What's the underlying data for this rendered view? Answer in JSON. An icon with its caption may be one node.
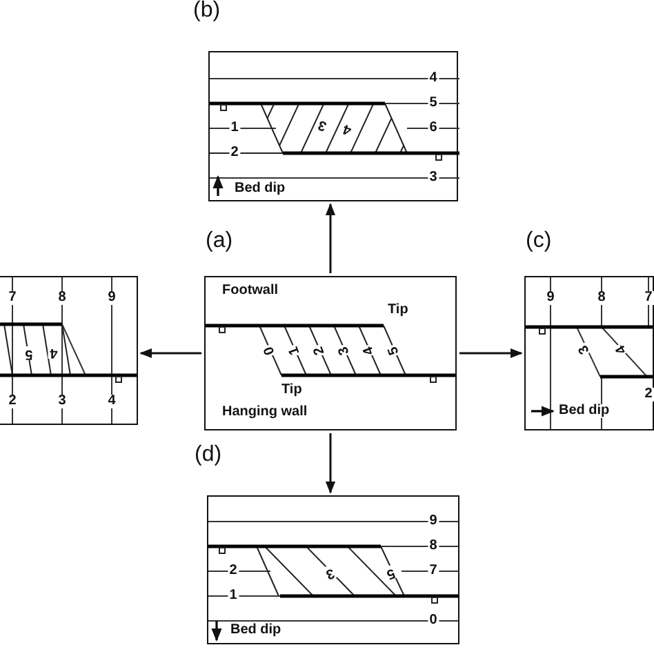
{
  "diagram": {
    "nodes": [
      {
        "text": [
          "(b)",
          "4",
          "5",
          "1",
          "6",
          "2",
          "3",
          "3",
          "4",
          "Bed dip"
        ]
      },
      {
        "text": [
          "7",
          "8",
          "9",
          "5",
          "4",
          "2",
          "3",
          "4"
        ]
      },
      {
        "text": [
          "(a)",
          "Footwall",
          "Tip",
          "0",
          "1",
          "2",
          "3",
          "4",
          "5",
          "Tip",
          "Hanging wall"
        ]
      },
      {
        "text": [
          "(c)",
          "9",
          "8",
          "7",
          "3",
          "4",
          "2",
          "Bed dip"
        ]
      },
      {
        "text": [
          "(d)",
          "9",
          "8",
          "2",
          "7",
          "3",
          "5",
          "1",
          "0",
          "Bed dip"
        ]
      }
    ],
    "edges": [
      {
        "from": 2,
        "to": 0,
        "arrow": "to"
      },
      {
        "from": 2,
        "to": 1,
        "arrow": "to"
      },
      {
        "from": 2,
        "to": 3,
        "arrow": "to"
      },
      {
        "from": 2,
        "to": 4,
        "arrow": "to"
      }
    ]
  }
}
